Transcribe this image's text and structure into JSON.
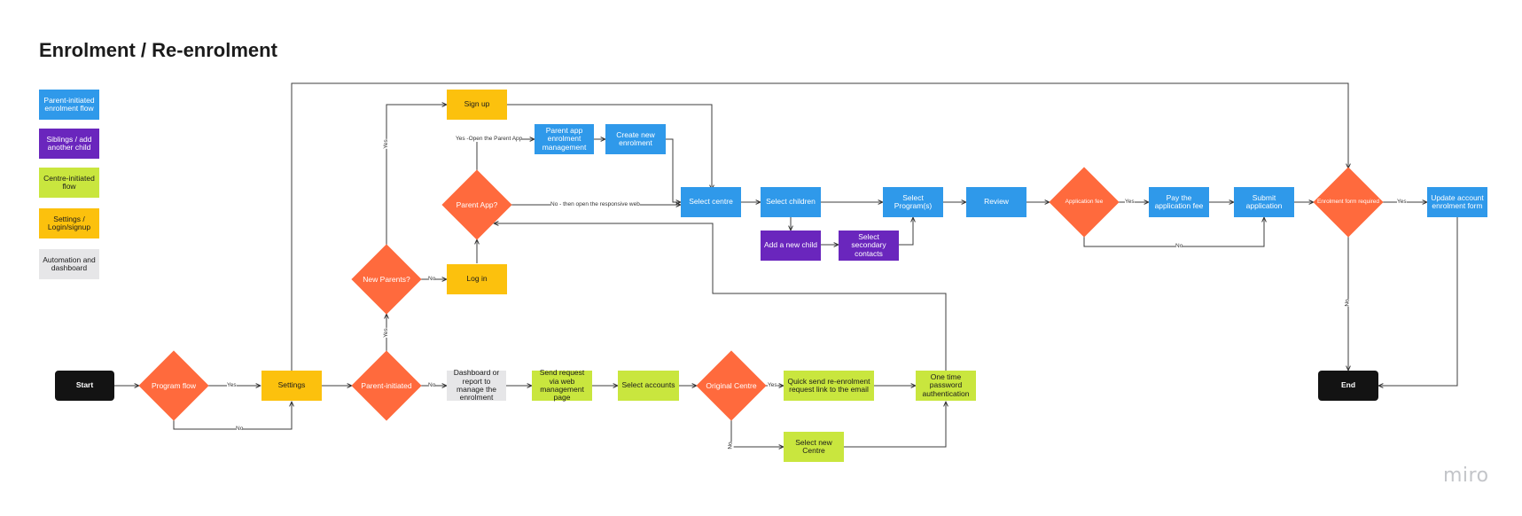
{
  "title": "Enrolment / Re-enrolment",
  "legend": [
    {
      "label": "Parent-initiated enrolment flow",
      "color": "#2f99ea"
    },
    {
      "label": "Siblings / add another child",
      "color": "#6a26bd"
    },
    {
      "label": "Centre-initiated flow",
      "color": "#c9e63e"
    },
    {
      "label": "Settings / Login/signup",
      "color": "#fcc10d"
    },
    {
      "label": "Automation and dashboard",
      "color": "#e6e6e8"
    }
  ],
  "nodes": {
    "start": "Start",
    "program_flow": "Program flow",
    "settings": "Settings",
    "parent_initiated": "Parent-initiated",
    "new_parents": "New Parents?",
    "sign_up": "Sign up",
    "log_in": "Log in",
    "parent_app": "Parent App?",
    "parent_app_enrolment_mgmt": "Parent app enrolment management",
    "create_new_enrolment": "Create new enrolment",
    "select_centre": "Select centre",
    "select_children": "Select children",
    "add_new_child": "Add a new child",
    "select_secondary_contacts": "Select secondary contacts",
    "select_programs": "Select Program(s)",
    "review": "Review",
    "application_fee": "Application fee",
    "pay_application_fee": "Pay the application fee",
    "submit_application": "Submit application",
    "enrolment_form_required": "Enrolment form required",
    "update_account": "Update account enrolment form",
    "end": "End",
    "dashboard_report": "Dashboard or report to manage the enrolment",
    "send_request": "Send request via web management page",
    "select_accounts": "Select accounts",
    "original_centre": "Original Centre",
    "quick_send": "Quick send re-enrolment request link to the email",
    "one_time_password": "One time password authentication",
    "select_new_centre": "Select new Centre"
  },
  "edge_labels": {
    "program_yes": "Yes",
    "program_no": "No",
    "parent_initiated_yes": "Yes",
    "parent_initiated_no": "No",
    "new_parents_yes": "Yes",
    "new_parents_no": "No",
    "parent_app_yes": "Yes -Open the Parent App",
    "parent_app_no": "No - then open the responsive web",
    "app_fee_yes": "Yes",
    "app_fee_no": "No",
    "enrol_form_yes": "Yes",
    "enrol_form_no": "No",
    "orig_centre_yes": "Yes",
    "orig_centre_no": "No"
  },
  "colors": {
    "blue": "#2f99ea",
    "purple": "#6a26bd",
    "green": "#c9e63e",
    "yellow": "#fcc10d",
    "grey": "#e6e6e8",
    "orange": "#ff6a3d",
    "black": "#131313"
  },
  "icons": {
    "logo": "miro-logo"
  },
  "logo_text": "miro"
}
